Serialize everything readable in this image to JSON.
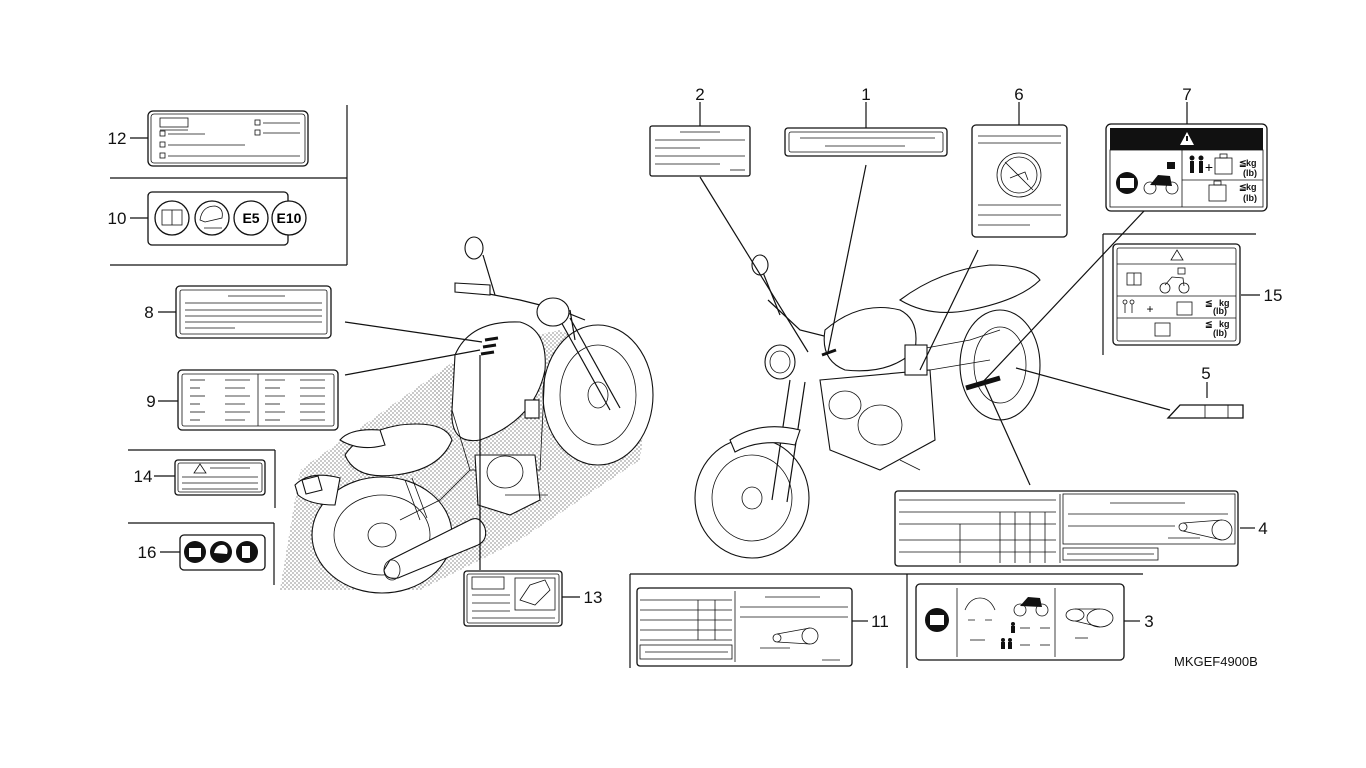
{
  "callouts": [
    "1",
    "2",
    "3",
    "4",
    "5",
    "6",
    "7",
    "8",
    "9",
    "10",
    "11",
    "12",
    "13",
    "14",
    "15",
    "16"
  ],
  "diagram_code": "MKGEF4900B",
  "labels": {
    "e5": "E5",
    "e10": "E10",
    "kg": "kg",
    "lb": "(lb)",
    "le": "≦",
    "plus": "+"
  },
  "icons": [
    "owners-manual-icon",
    "helmet-icon",
    "fuel-icon",
    "warning-triangle-icon",
    "no-smoking-icon",
    "motorcycle-icon",
    "rider-passenger-icon",
    "luggage-icon",
    "tire-icon",
    "chain-icon"
  ]
}
